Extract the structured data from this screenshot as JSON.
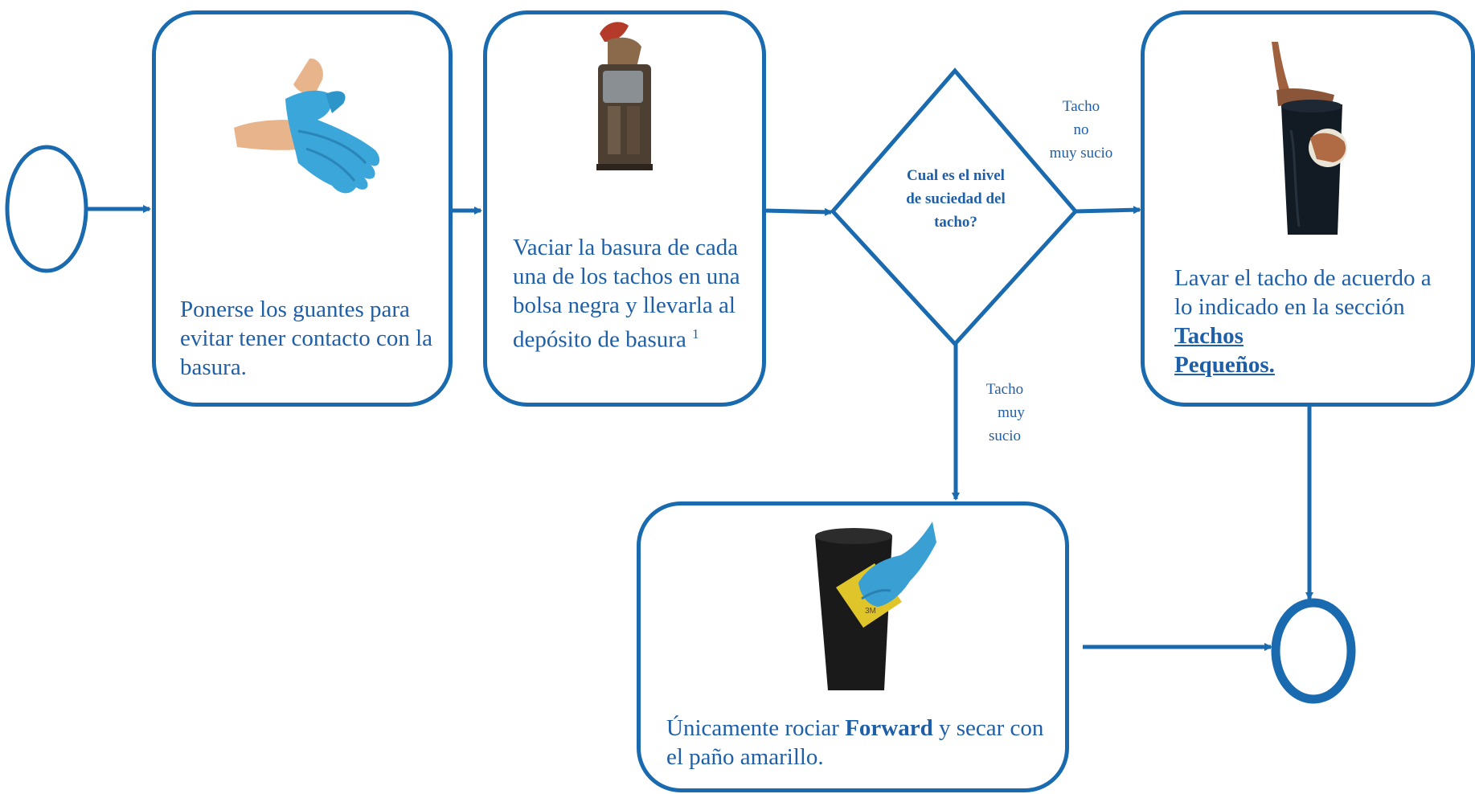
{
  "steps": {
    "gloves": {
      "text": "Ponerse los guantes para evitar tener contacto con la basura."
    },
    "empty": {
      "text": "Vaciar la basura de cada una de los tachos  en una bolsa negra y llevarla al depósito de basura",
      "footnote": "1"
    },
    "wash": {
      "text_pre": "Lavar el tacho de acuerdo a lo indicado en la sección",
      "link_1": "Tachos",
      "link_2": "Pequeños."
    },
    "spray": {
      "text_pre": "Únicamente rociar",
      "product": "Forward",
      "text_post": " y secar con el paño amarillo."
    }
  },
  "decision": {
    "question": "Cual es el nivel de suciedad del tacho?"
  },
  "branches": {
    "not_dirty": [
      "Tacho",
      "no",
      "muy sucio"
    ],
    "very_dirty": [
      "Tacho",
      "muy",
      "sucio"
    ]
  },
  "colors": {
    "line": "#1a6aaf",
    "text": "#1f5fa8"
  }
}
